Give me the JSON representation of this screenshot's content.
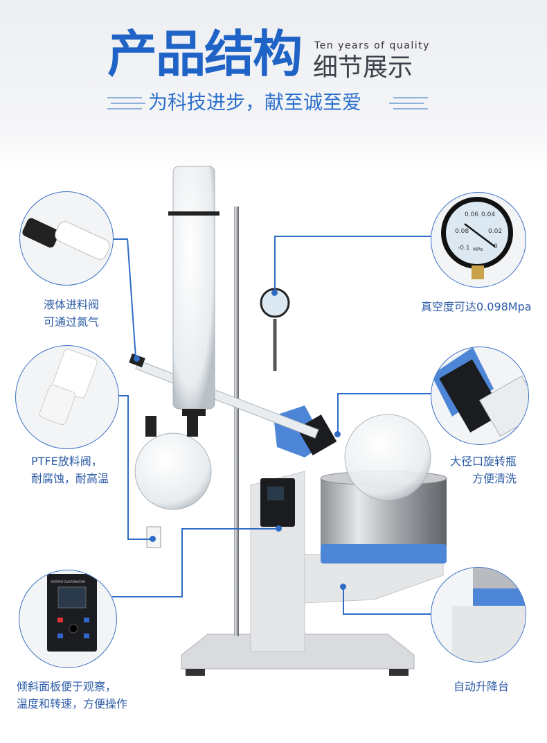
{
  "header": {
    "title": "产品结构",
    "subtitle_en": "Ten years of quality",
    "subtitle": "细节展示",
    "slogan": "为科技进步，献至诚至爱"
  },
  "callouts": [
    {
      "lines": [
        "液体进料阀",
        "可通过氮气"
      ]
    },
    {
      "lines": [
        "真空度可达0.098Mpa"
      ]
    },
    {
      "lines": [
        "PTFE放料阀，",
        "耐腐蚀，耐高温"
      ]
    },
    {
      "lines": [
        "大径口旋转瓶",
        "方便清洗"
      ]
    },
    {
      "lines": [
        "倾斜面板便于观察，",
        "温度和转速，方便操作"
      ]
    },
    {
      "lines": [
        "自动升降台"
      ]
    }
  ],
  "gauge": {
    "ticks": [
      "0.06",
      "0.04",
      "0.08",
      "0.02",
      "-0.1",
      "0"
    ],
    "unit": "MPa"
  },
  "panel": {
    "title": "ROTARY EVAPORATOR"
  },
  "colors": {
    "brand": "#1f63c6",
    "accent_blue": "#4d86d6",
    "line": "#2e6cc6"
  }
}
